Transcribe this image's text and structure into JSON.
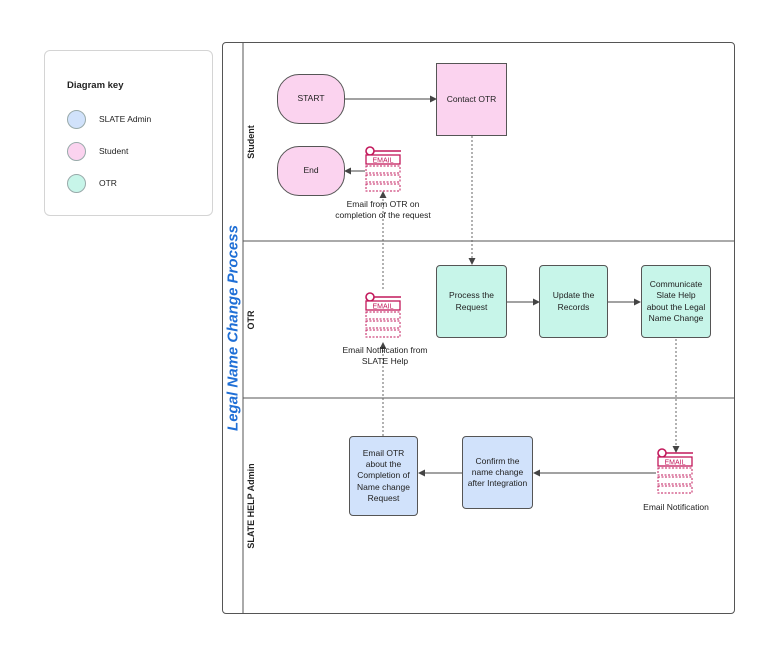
{
  "key": {
    "title": "Diagram key",
    "items": [
      {
        "label": "SLATE Admin",
        "color": "#d1e2fb"
      },
      {
        "label": "Student",
        "color": "#fbd3ef"
      },
      {
        "label": "OTR",
        "color": "#c7f5e9"
      }
    ]
  },
  "pool": {
    "title": "Legal Name Change Process"
  },
  "lanes": [
    "Student",
    "OTR",
    "SLATE HELP Admin"
  ],
  "nodes": {
    "start": "START",
    "contact_otr": "Contact OTR",
    "end": "End",
    "process_request": "Process the Request",
    "update_records": "Update the Records",
    "communicate": "Communicate Slate Help about the Legal Name Change",
    "confirm": "Confirm the name change after Integration",
    "email_otr": "Email OTR about the Completion of Name change Request"
  },
  "email_icon_label": "EMAIL",
  "captions": {
    "email_from_otr": "Email from OTR on completion of the request",
    "email_from_slate": "Email Notification from SLATE Help",
    "email_notification": "Email Notification"
  },
  "colors": {
    "student": "#fbd3ef",
    "otr": "#c7f5e9",
    "slate_admin": "#d1e2fb",
    "title": "#1f6fd6",
    "email_icon": "#c2185b"
  }
}
